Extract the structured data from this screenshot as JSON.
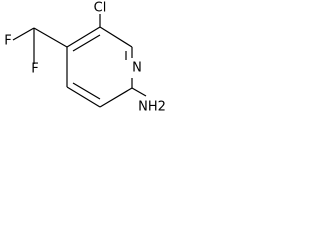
{
  "structure": {
    "atoms": {
      "cl": "Cl",
      "n": "N",
      "f_top": "F",
      "f_bottom": "F",
      "amine": "NH2"
    }
  }
}
